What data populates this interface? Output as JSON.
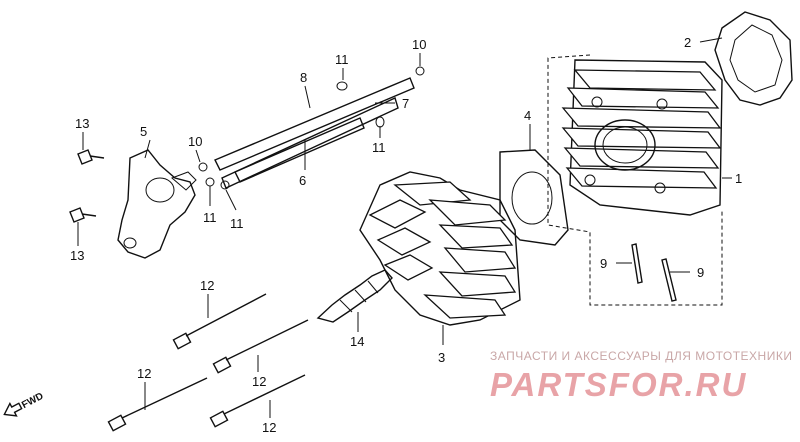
{
  "diagram": {
    "callouts": [
      "1",
      "2",
      "3",
      "4",
      "5",
      "6",
      "7",
      "8",
      "9",
      "9",
      "10",
      "10",
      "11",
      "11",
      "11",
      "11",
      "12",
      "12",
      "12",
      "12",
      "13",
      "13",
      "14"
    ],
    "fwd_label": "FWD"
  },
  "watermark": {
    "caption": "ЗАПЧАСТИ И АКСЕССУАРЫ ДЛЯ МОТОТЕХНИКИ",
    "brand": "PARTSFOR.RU",
    "color": "#e8a3a7"
  }
}
